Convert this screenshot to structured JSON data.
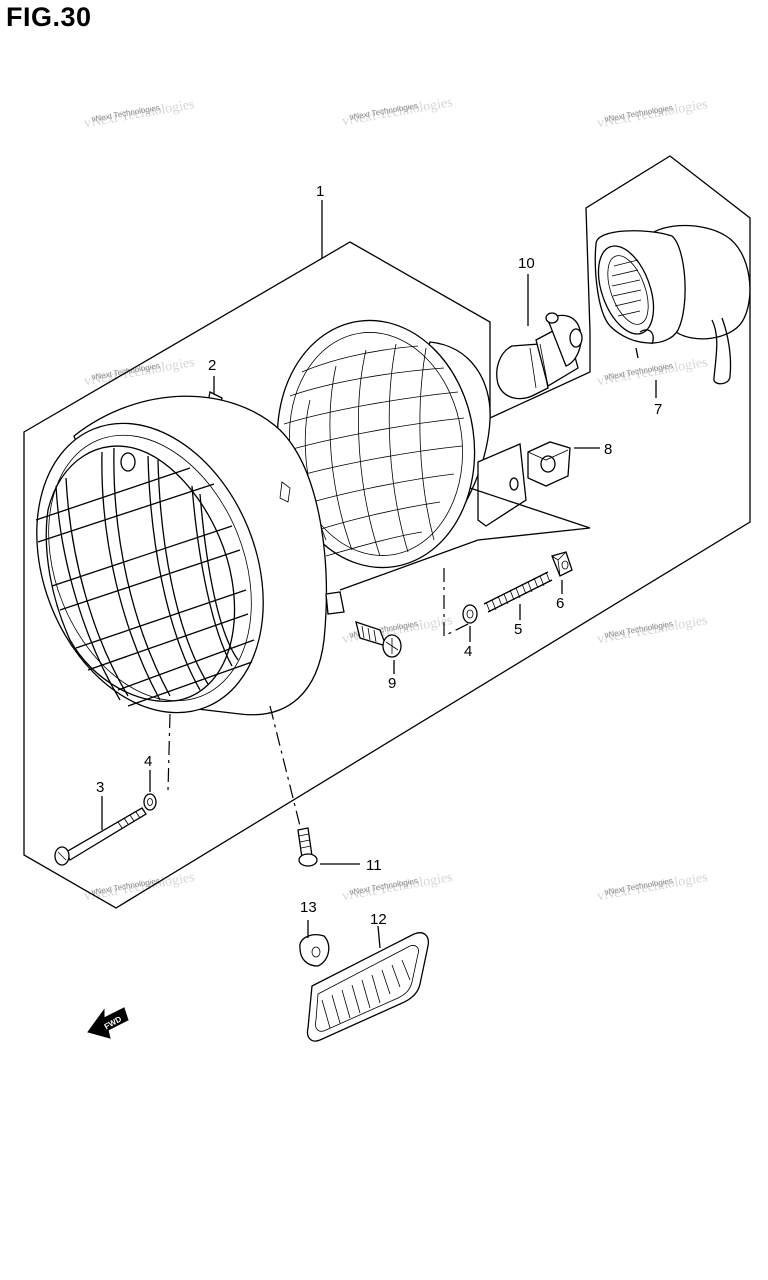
{
  "figure": {
    "title": "FIG.30"
  },
  "callouts": [
    {
      "id": "c1",
      "number": "1"
    },
    {
      "id": "c2",
      "number": "2"
    },
    {
      "id": "c3",
      "number": "3"
    },
    {
      "id": "c4a",
      "number": "4"
    },
    {
      "id": "c4b",
      "number": "4"
    },
    {
      "id": "c5",
      "number": "5"
    },
    {
      "id": "c6",
      "number": "6"
    },
    {
      "id": "c7",
      "number": "7"
    },
    {
      "id": "c8",
      "number": "8"
    },
    {
      "id": "c9",
      "number": "9"
    },
    {
      "id": "c10",
      "number": "10"
    },
    {
      "id": "c11",
      "number": "11"
    },
    {
      "id": "c12",
      "number": "12"
    },
    {
      "id": "c13",
      "number": "13"
    }
  ],
  "watermark": {
    "text": "vNext Technologies"
  },
  "direction_marker": {
    "label": "FWD"
  }
}
